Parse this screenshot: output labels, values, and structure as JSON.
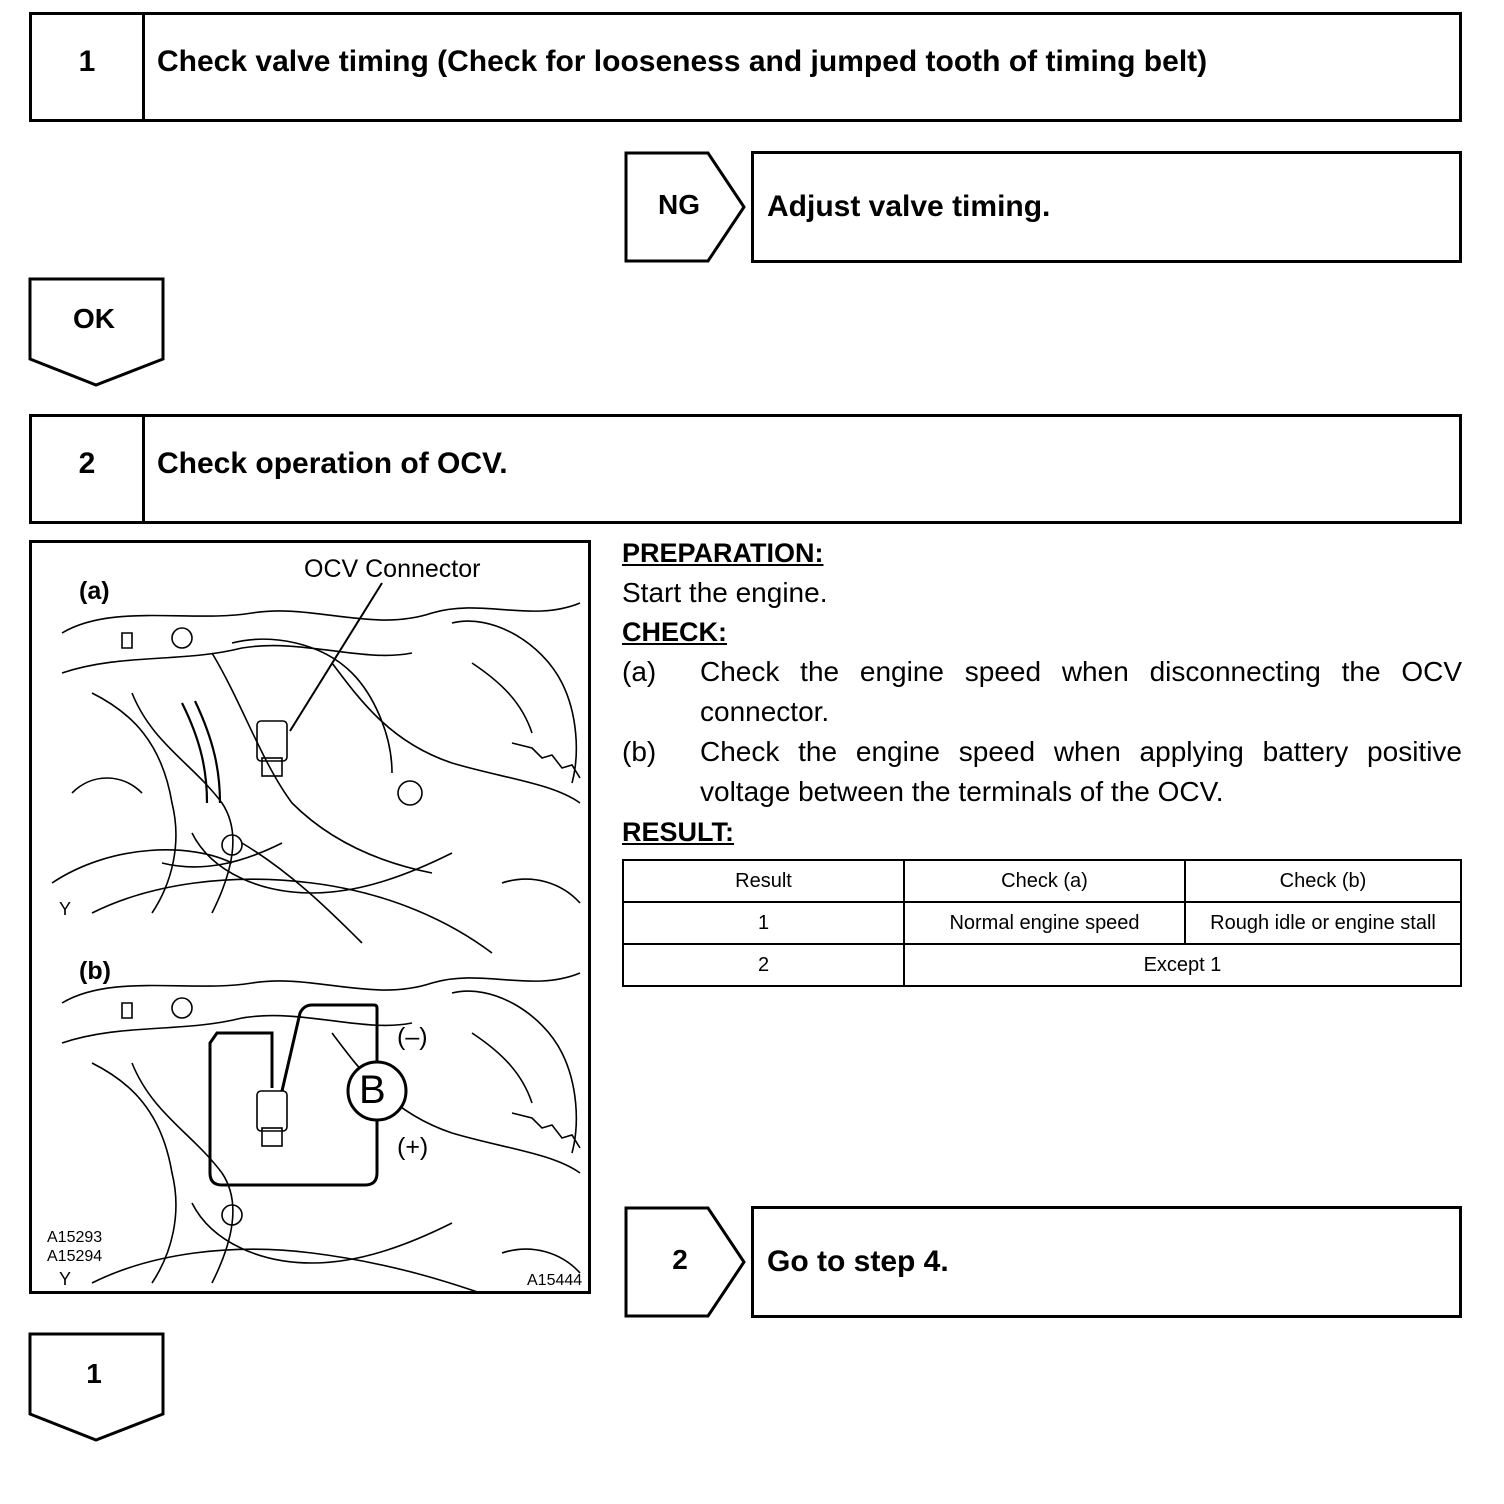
{
  "step1": {
    "number": "1",
    "title": "Check valve timing (Check for looseness and jumped tooth of timing belt)"
  },
  "ng_branch": {
    "label": "NG",
    "result": "Adjust valve timing."
  },
  "ok_branch": {
    "label": "OK"
  },
  "step2": {
    "number": "2",
    "title": "Check operation of OCV."
  },
  "preparation": {
    "heading": "PREPARATION:",
    "text": "Start the engine."
  },
  "check": {
    "heading": "CHECK:",
    "items": [
      {
        "label": "(a)",
        "text": "Check the engine speed when disconnecting the OCV connector."
      },
      {
        "label": "(b)",
        "text": "Check the engine speed when applying battery positive voltage between the terminals of the OCV."
      }
    ]
  },
  "result": {
    "heading": "RESULT:",
    "columns": [
      "Result",
      "Check (a)",
      "Check (b)"
    ],
    "rows": [
      {
        "result": "1",
        "check_a": "Normal engine speed",
        "check_b": "Rough idle or engine stall"
      },
      {
        "result": "2",
        "merged": "Except 1"
      }
    ]
  },
  "branch_2": {
    "label": "2",
    "result": "Go to step 4."
  },
  "branch_1": {
    "label": "1"
  },
  "figure": {
    "label_a": "(a)",
    "label_b": "(b)",
    "connector_label": "OCV Connector",
    "battery_symbol": "B",
    "minus_label": "(–)",
    "plus_label": "(+)",
    "mark_a": "Y",
    "mark_b": "Y",
    "code_1": "A15293",
    "code_2": "A15294",
    "code_3": "A15444"
  }
}
